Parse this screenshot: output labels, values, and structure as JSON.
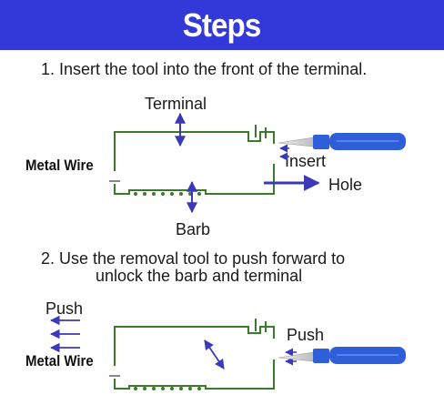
{
  "header": {
    "title": "Steps"
  },
  "step1": {
    "instruction": "1. Insert the tool into the front of the terminal.",
    "labels": {
      "terminal": "Terminal",
      "metal_wire": "Metal Wire",
      "insert": "Insert",
      "hole": "Hole",
      "barb": "Barb"
    }
  },
  "step2": {
    "instruction_line1": "2. Use the removal tool to push forward to",
    "instruction_line2": "unlock the barb and terminal",
    "labels": {
      "push_left": "Push",
      "push_right": "Push",
      "metal_wire": "Metal Wire"
    }
  },
  "colors": {
    "banner": "#3338d8",
    "outline": "#3a7a2a",
    "arrow": "#3a3ab8",
    "tool_handle": "#2f5fd8",
    "tool_tip": "#d8d8d8"
  }
}
